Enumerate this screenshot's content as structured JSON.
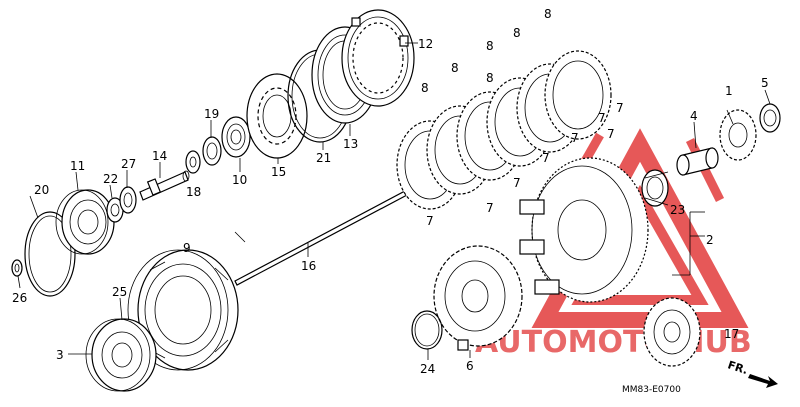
{
  "diagram": {
    "code": "MM83-E0700",
    "direction_label": "FR.",
    "watermark_text": "AUTOMOTO HUB",
    "watermark_color": "#e23b3b",
    "watermark_accent": "#f2c14e",
    "part_labels": [
      "1",
      "2",
      "3",
      "4",
      "5",
      "6",
      "7",
      "7",
      "7",
      "7",
      "7",
      "7",
      "7",
      "7",
      "8",
      "8",
      "8",
      "8",
      "8",
      "8",
      "9",
      "10",
      "11",
      "12",
      "13",
      "14",
      "15",
      "16",
      "17",
      "18",
      "19",
      "20",
      "21",
      "22",
      "23",
      "24",
      "25",
      "26",
      "27"
    ]
  }
}
